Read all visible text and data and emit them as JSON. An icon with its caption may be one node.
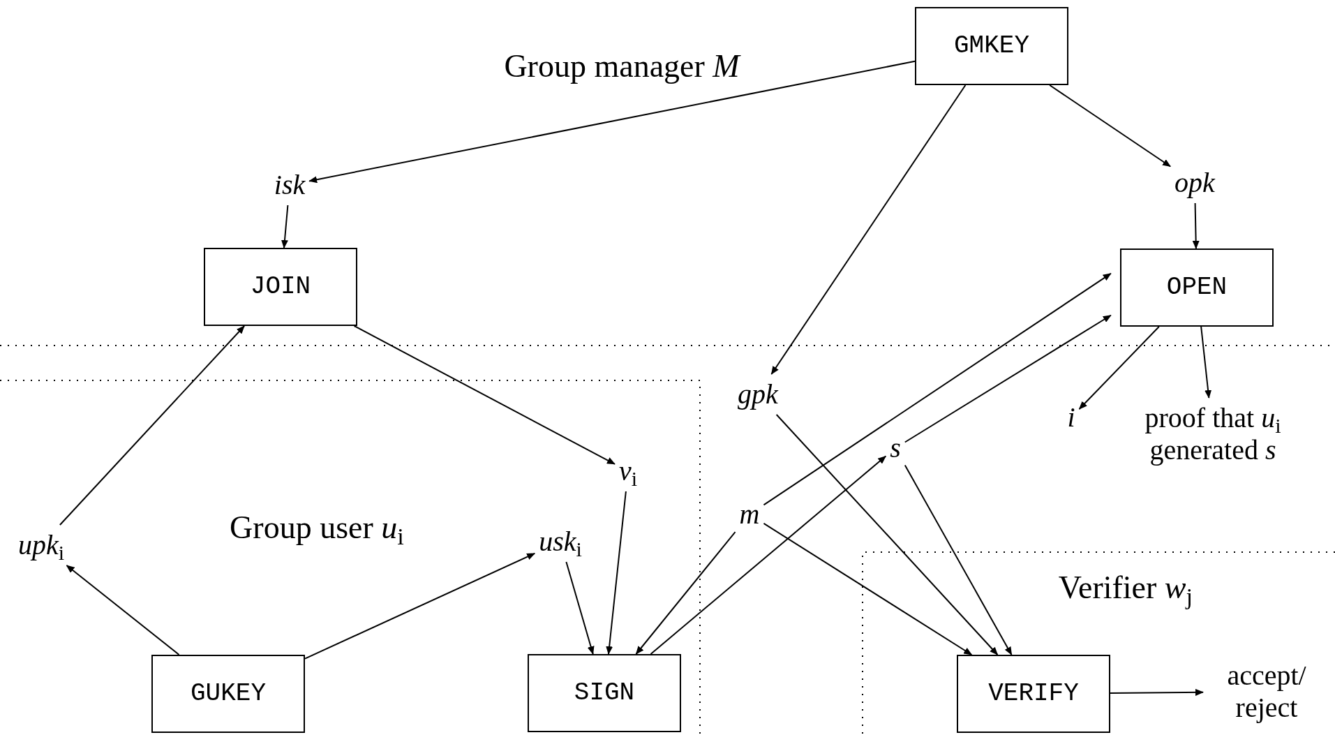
{
  "diagram": {
    "nodes": [
      {
        "text": [
          "GMKEY"
        ]
      },
      {
        "text": [
          "isk"
        ]
      },
      {
        "text": [
          "JOIN"
        ]
      },
      {
        "text": [
          "opk"
        ]
      },
      {
        "text": [
          "OPEN"
        ]
      },
      {
        "text": [
          "gpk"
        ]
      },
      {
        "text": [
          "i"
        ]
      },
      {
        "text": [
          "proof that *u*$_{i}$ generated *s*"
        ]
      },
      {
        "text": [
          "s"
        ]
      },
      {
        "text": [
          "*v*$_{i}$"
        ]
      },
      {
        "text": [
          "*upk*$_{i}$"
        ]
      },
      {
        "text": [
          "*usk*$_{i}$"
        ]
      },
      {
        "text": [
          "m"
        ]
      },
      {
        "text": [
          "GUKEY"
        ]
      },
      {
        "text": [
          "SIGN"
        ]
      },
      {
        "text": [
          "VERIFY"
        ]
      },
      {
        "text": [
          "accept/ reject"
        ]
      }
    ],
    "edges": [
      {
        "from": 0,
        "to": 1,
        "arrow": "to"
      },
      {
        "from": 0,
        "to": 5,
        "arrow": "to"
      },
      {
        "from": 0,
        "to": 3,
        "arrow": "to"
      },
      {
        "from": 1,
        "to": 2,
        "arrow": "to"
      },
      {
        "from": 3,
        "to": 4,
        "arrow": "to"
      },
      {
        "from": 10,
        "to": 2,
        "arrow": "to"
      },
      {
        "from": 2,
        "to": 9,
        "arrow": "to"
      },
      {
        "from": 13,
        "to": 10,
        "arrow": "to"
      },
      {
        "from": 13,
        "to": 11,
        "arrow": "to"
      },
      {
        "from": 11,
        "to": 14,
        "arrow": "to"
      },
      {
        "from": 9,
        "to": 14,
        "arrow": "to"
      },
      {
        "from": 12,
        "to": 14,
        "arrow": "to"
      },
      {
        "from": 12,
        "to": 4,
        "arrow": "to"
      },
      {
        "from": 8,
        "to": 4,
        "arrow": "to"
      },
      {
        "from": 4,
        "to": 6,
        "arrow": "to"
      },
      {
        "from": 4,
        "to": 7,
        "arrow": "to"
      },
      {
        "from": 5,
        "to": 15,
        "arrow": "to"
      },
      {
        "from": 12,
        "to": 15,
        "arrow": "to"
      },
      {
        "from": 8,
        "to": 15,
        "arrow": "to"
      },
      {
        "from": 14,
        "to": 8,
        "arrow": "to"
      },
      {
        "from": 15,
        "to": 16,
        "arrow": "to"
      }
    ],
    "labels": [
      "Group manager *M*",
      "Group user *u*$_{i}$",
      "Verifier *w*$_{j}$"
    ]
  }
}
